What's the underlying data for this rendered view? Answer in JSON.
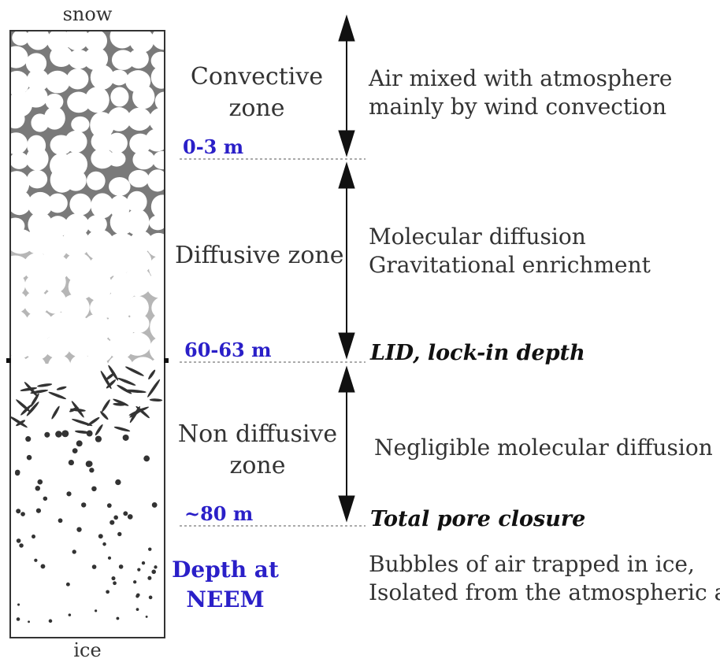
{
  "column": {
    "top_label": "snow",
    "bottom_label": "ice"
  },
  "zones": {
    "convective": {
      "name_line1": "Convective",
      "name_line2": "zone",
      "desc_line1": "Air mixed with atmosphere",
      "desc_line2": "mainly by wind convection",
      "depth": "0-3 m"
    },
    "diffusive": {
      "name": "Diffusive zone",
      "desc_line1": "Molecular diffusion",
      "desc_line2": "Gravitational enrichment",
      "depth": "60-63 m",
      "boundary": "LID, lock-in depth"
    },
    "non_diffusive": {
      "name_line1": "Non diffusive",
      "name_line2": "zone",
      "desc": "Negligible molecular diffusion",
      "depth": "~80 m",
      "boundary": "Total pore closure"
    }
  },
  "bubbles": {
    "line1": "Bubbles of air trapped in ice,",
    "line2": "Isolated from the atmospheric air"
  },
  "depth_caption": {
    "line1": "Depth at",
    "line2": "NEEM"
  },
  "colors": {
    "depth_label": "#2a1fc8",
    "text": "#333333",
    "arrow": "#111111"
  }
}
